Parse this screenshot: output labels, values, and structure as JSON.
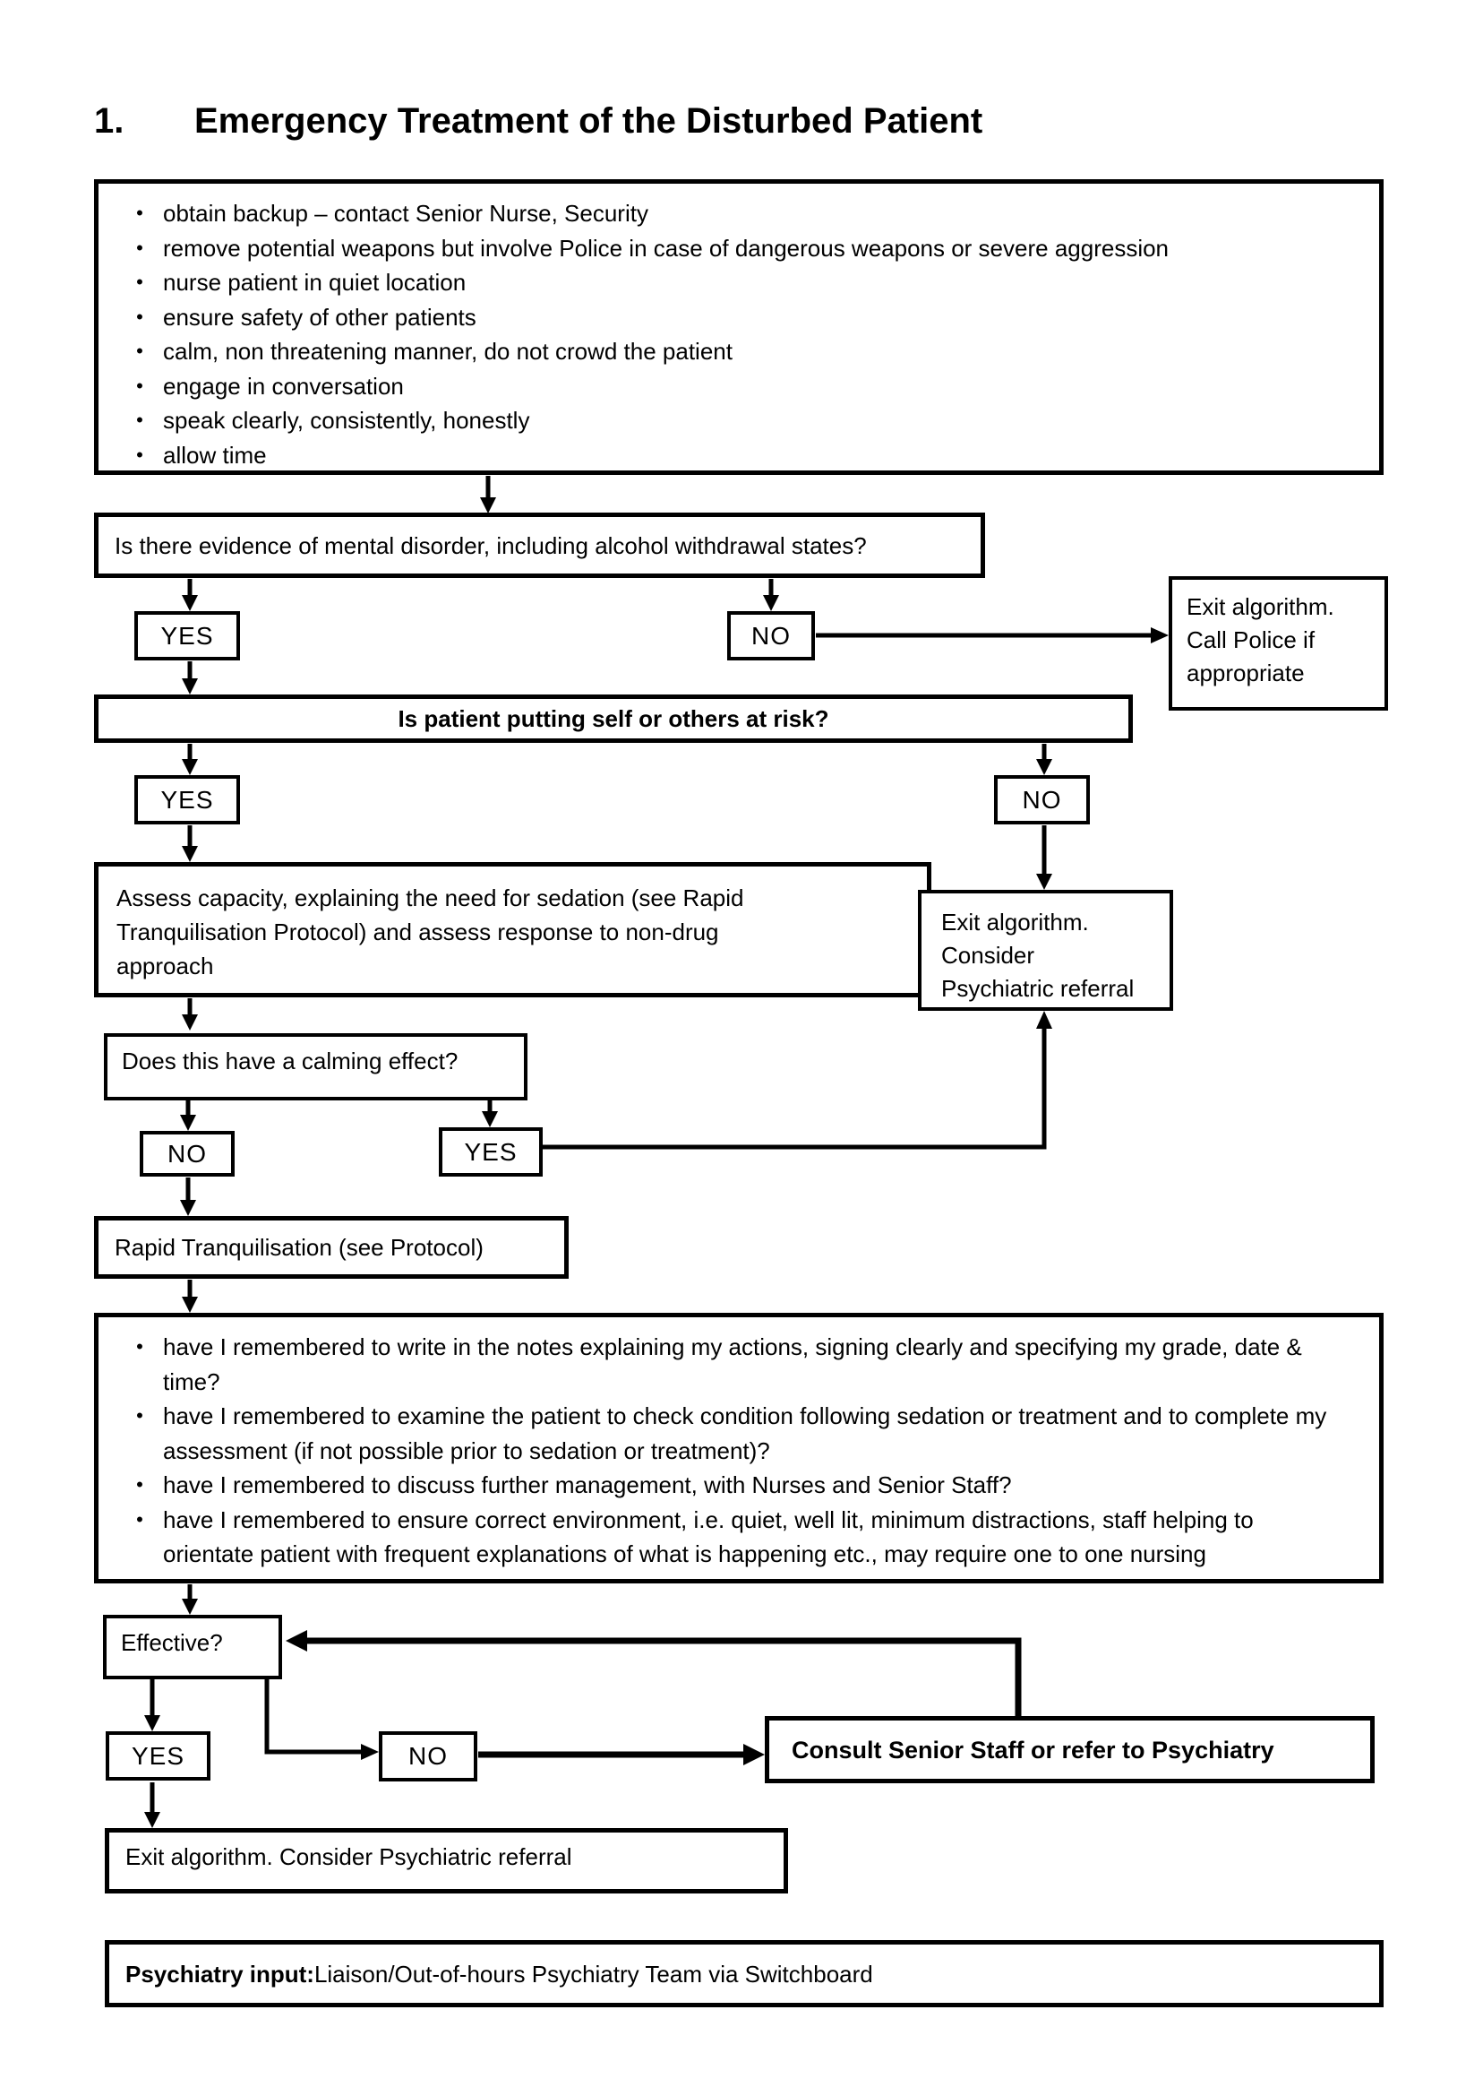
{
  "colors": {
    "ink": "#000000",
    "paper": "#ffffff"
  },
  "header": {
    "number": "1.",
    "title": "Emergency Treatment of the Disturbed Patient"
  },
  "flow": {
    "labels": {
      "yes": "YES",
      "no": "NO"
    },
    "initial_actions": {
      "items": [
        "obtain backup – contact Senior Nurse, Security",
        "remove potential weapons but involve Police in case of dangerous weapons or severe aggression",
        "nurse patient in quiet location",
        "ensure safety of other patients",
        "calm, non threatening manner, do not crowd the patient",
        "engage in conversation",
        "speak clearly, consistently, honestly",
        "allow time"
      ]
    },
    "q_mental_disorder": "Is there evidence of mental disorder, including alcohol withdrawal states?",
    "exit_call_police": "Exit algorithm.\nCall Police if\nappropriate",
    "q_self_risk": "Is patient putting self or others at risk?",
    "assess_capacity": "Assess capacity, explaining the need for sedation (see Rapid\nTranquilisation Protocol) and assess response to non-drug\napproach",
    "exit_psych_referral_mid": "Exit algorithm.\nConsider\nPsychiatric referral",
    "q_calming": "Does this have a calming effect?",
    "rapid_tranquilisation": "Rapid Tranquilisation (see Protocol)",
    "checklist": {
      "items": [
        "have I remembered to write in the notes explaining my actions, signing clearly and specifying my grade, date & time?",
        "have I remembered to examine the patient to check condition following sedation or treatment and to complete my assessment (if not possible prior to sedation or treatment)?",
        "have I remembered to discuss further management, with Nurses and Senior Staff?",
        "have I remembered to ensure correct environment, i.e. quiet, well lit, minimum distractions, staff helping to orientate patient with frequent explanations of what is happening etc., may require one to one nursing"
      ]
    },
    "q_effective": "Effective?",
    "consult_senior": "Consult Senior Staff or refer to Psychiatry",
    "exit_bottom": "Exit algorithm. Consider Psychiatric referral",
    "psychiatry_input": {
      "label": "Psychiatry input:",
      "text": " Liaison/Out-of-hours Psychiatry Team via Switchboard"
    }
  }
}
